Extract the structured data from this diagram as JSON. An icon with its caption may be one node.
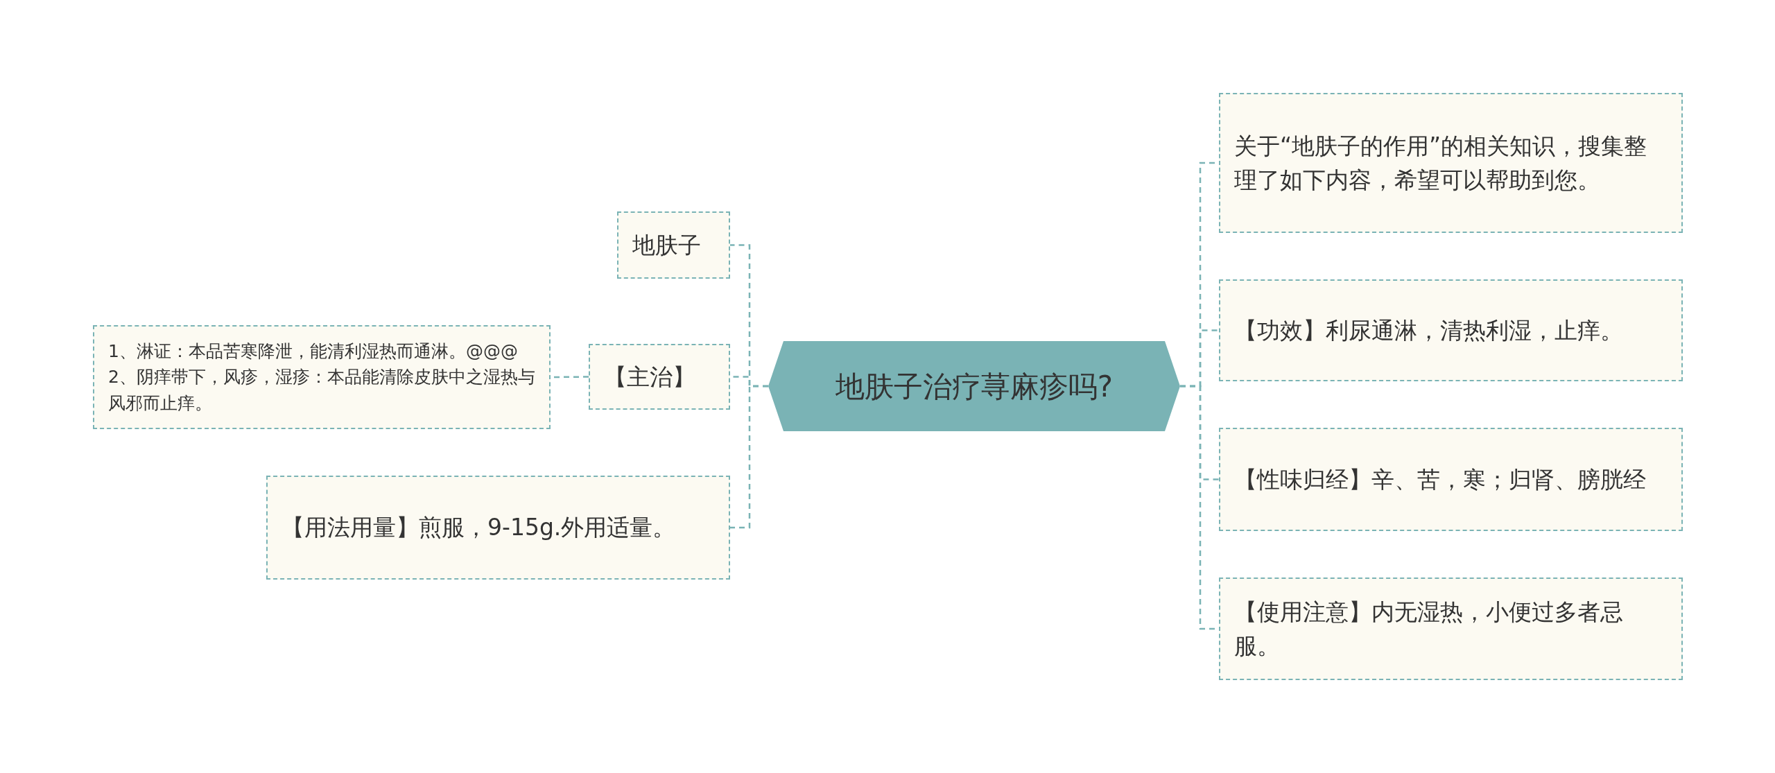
{
  "diagram": {
    "nodes": [
      {
        "text": [
          "地肤子治疗荨麻疹吗?"
        ]
      },
      {
        "text": [
          "地肤子"
        ]
      },
      {
        "text": [
          "【主治】"
        ]
      },
      {
        "text": [
          "1、淋证：本品苦寒降泄，能清利湿热而通淋。@@@2、阴痒带下，风疹，湿疹：本品能清除皮肤中之湿热与风邪而止痒。"
        ]
      },
      {
        "text": [
          "【用法用量】煎服，9-15g.外用适量。"
        ]
      },
      {
        "text": [
          "关于“地肤子的作用”的相关知识，搜集整理了如下内容，希望可以帮助到您。"
        ]
      },
      {
        "text": [
          "【功效】利尿通淋，清热利湿，止痒。"
        ]
      },
      {
        "text": [
          "【性味归经】辛、苦，寒；归肾、膀胱经"
        ]
      },
      {
        "text": [
          "【使用注意】内无湿热，小便过多者忌服。"
        ]
      }
    ],
    "edges": [
      {
        "from": 0,
        "to": 1,
        "arrow": "none"
      },
      {
        "from": 0,
        "to": 2,
        "arrow": "none"
      },
      {
        "from": 2,
        "to": 3,
        "arrow": "none"
      },
      {
        "from": 0,
        "to": 4,
        "arrow": "none"
      },
      {
        "from": 0,
        "to": 5,
        "arrow": "none"
      },
      {
        "from": 0,
        "to": 6,
        "arrow": "none"
      },
      {
        "from": 0,
        "to": 7,
        "arrow": "none"
      },
      {
        "from": 0,
        "to": 8,
        "arrow": "none"
      }
    ]
  }
}
